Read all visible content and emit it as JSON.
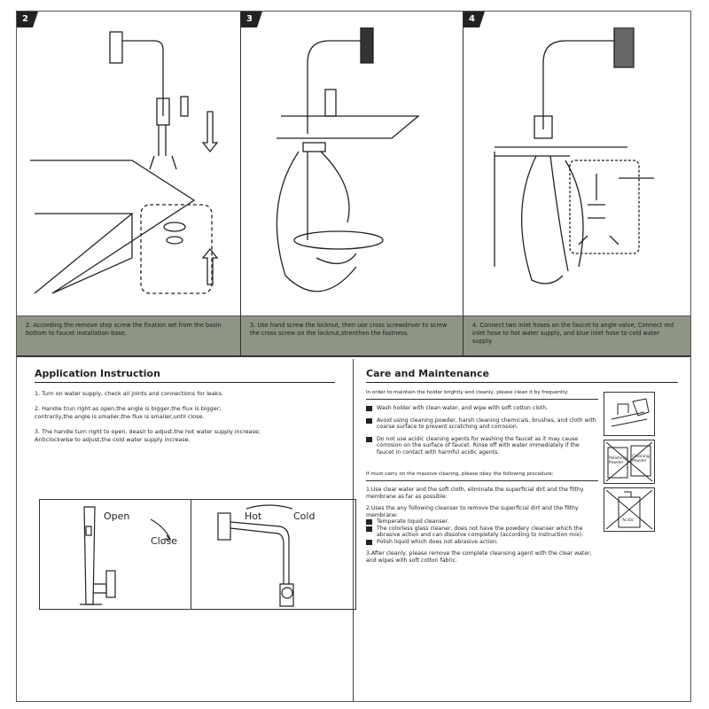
{
  "steps": [
    {
      "num": "2",
      "caption": "2. According the remove step screw the fixation set from the basin bottom to faucet installation base."
    },
    {
      "num": "3",
      "caption": "3. Use hand screw the locknut, then use cross screwdriver to screw the cross screw on the locknut,strenthen the fastness."
    },
    {
      "num": "4",
      "caption": "4. Connect two inlet hoses on the faucet to angle valve, Connect red inlet hose to hot water supply, and blue inlet hose to cold water supply."
    }
  ],
  "application": {
    "title": "Application Instruction",
    "items": [
      "1. Turn on water supply, check all joints and connections for leaks.",
      "2. Handle trun right as open,the angle is bigger,the flux is bigger; contrarily,the angle is smaller,the flux is smaller,until close.",
      "3. The handle turn right to open, deasil to adjust,the hot water supply increase; Anticlockwise to adjust,the cold water supply increase."
    ],
    "fig_labels": {
      "open": "Open",
      "close": "Close",
      "hot": "Hot",
      "cold": "Cold"
    }
  },
  "care": {
    "title": "Care and Maintenance",
    "intro": "In order to maintain the holder brightly and cleanly, please clean it by frequently:",
    "bullets": [
      "Wash holder with clean water, and wipe with soft cotton cloth.",
      "Avoid using cleaning powder, harsh cleaning chemicals, brushes, and cloth with coarse surface to prevent scratching and corrosion.",
      "Do not use acidic cleaning agents for washing the faucet as it may cause corrosion on the surface of faucet. Rinse off with water immediately if the faucet in contact with harmful acidic agents."
    ],
    "procedure_intro": "If must carry on the massive clearing, please obey the following procedure:",
    "procedure": [
      "1.Use clear water and the soft cloth, eliminate the superficial dirt and the filthy membrane as far as possible:",
      "2.Uses the any following cleanser to remove the superficial dirt and the filthy membrane:",
      "3.After cleanly, please remove the complete cleansing agent with the clear water, and wipes with soft cotton fabric."
    ],
    "cleansers": [
      "Temperate liquid cleanser.",
      "The colorless glass cleaner, does not have the powdery cleanser which the abrasive action and can dissolve completely (according to instruction mix).",
      "Polish liquid which does not abrasive action."
    ],
    "icon_labels": {
      "polishing": "Polishing Powder",
      "cleaning": "Cleaning Powder",
      "acidic": "Acidic"
    }
  }
}
